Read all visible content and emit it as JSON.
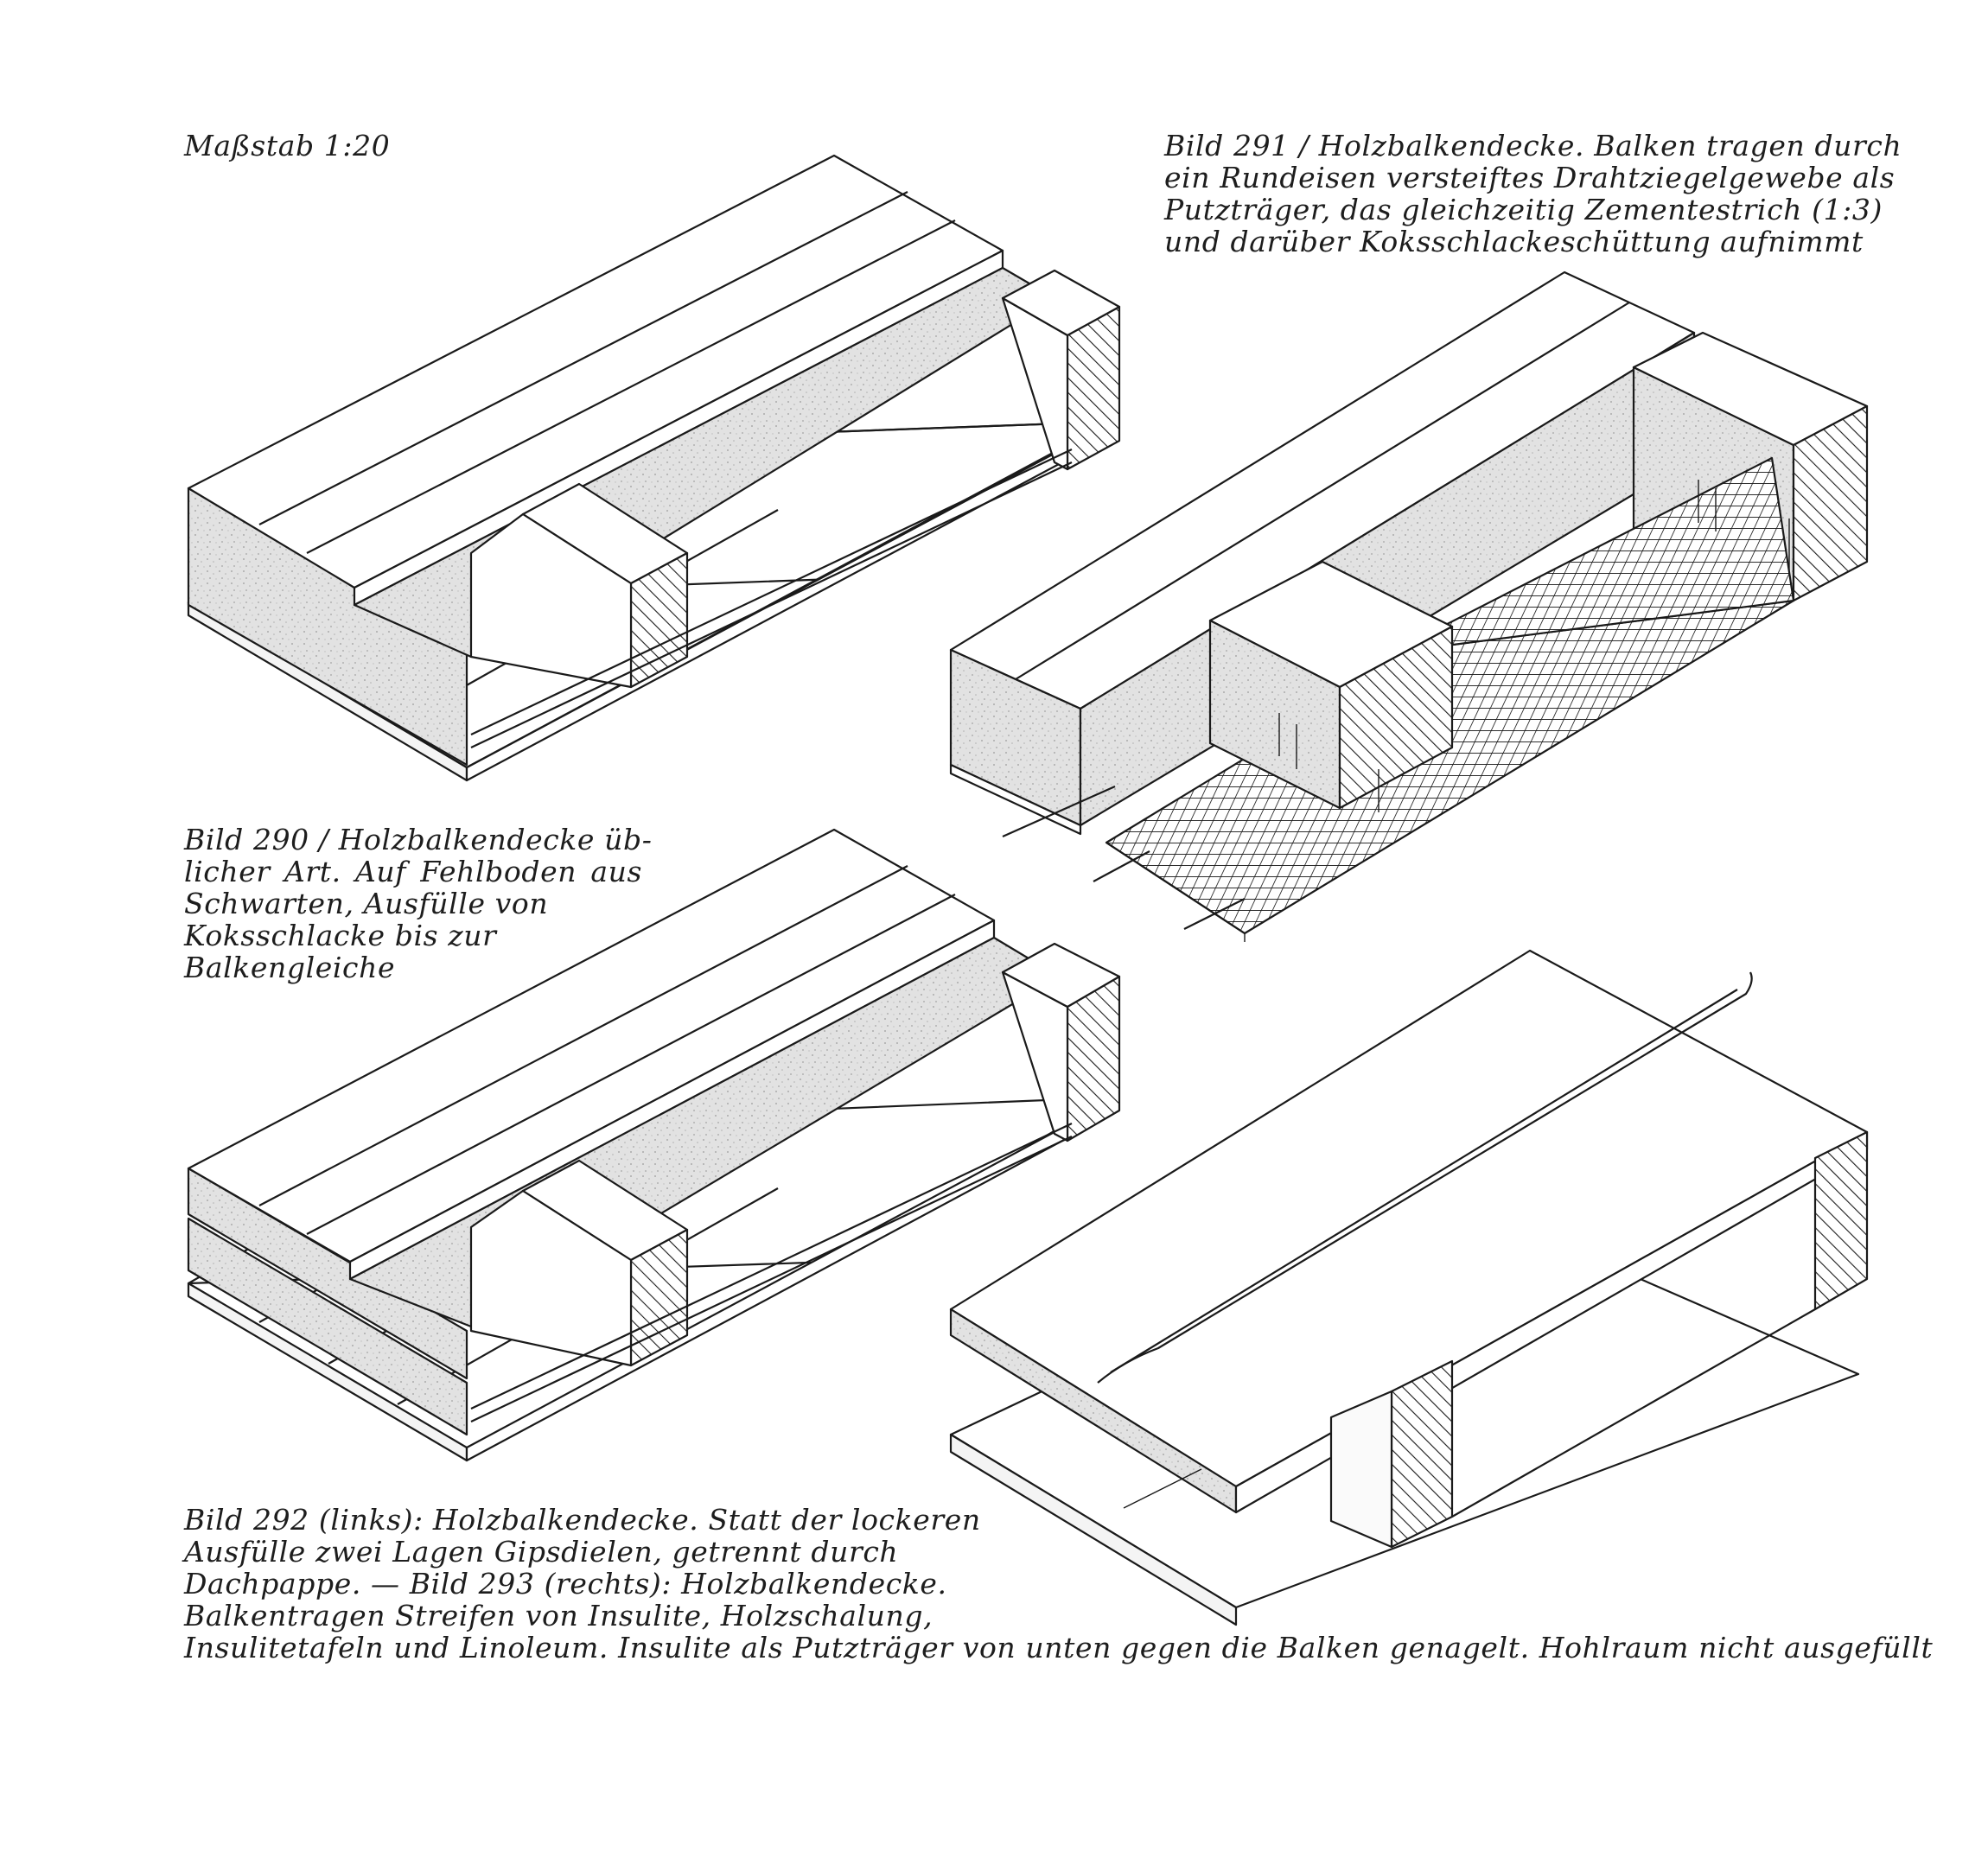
{
  "page": {
    "scale_label": "Maßstab 1:20"
  },
  "captions": {
    "bild_291": [
      "Bild 291 / Holzbalkendecke. Balken tragen durch",
      "ein Rundeisen versteiftes Drahtziegelgewebe als",
      "Putzträger, das gleichzeitig Zementestrich (1:3)",
      "und darüber Koksschlackeschüttung aufnimmt"
    ],
    "bild_290": [
      "Bild 290 / Holzbalkendecke üb-",
      "licher Art. Auf Fehlboden aus",
      "Schwarten, Ausfülle von",
      "Koksschlacke bis zur",
      "Balkengleiche"
    ],
    "bild_292_293": [
      "Bild 292 (links): Holzbalkendecke. Statt der lockeren",
      "Ausfülle zwei Lagen Gipsdielen, getrennt durch",
      "Dachpappe. — Bild 293 (rechts): Holzbalkendecke.",
      "Balkentragen Streifen von Insulite, Holzschalung,",
      "Insulitetafeln und Linoleum. Insulite als Putzträger von unten gegen die Balken genagelt. Hohlraum nicht ausgefüllt"
    ]
  },
  "figures": {
    "bild_290": {
      "section": "ceiling-section-290"
    },
    "bild_291": {
      "section": "ceiling-section-291"
    },
    "bild_292": {
      "section": "ceiling-section-292"
    },
    "bild_293": {
      "section": "ceiling-section-293"
    }
  },
  "style": {
    "ink_color": "#1a1a1a",
    "paper_color": "#ffffff"
  }
}
